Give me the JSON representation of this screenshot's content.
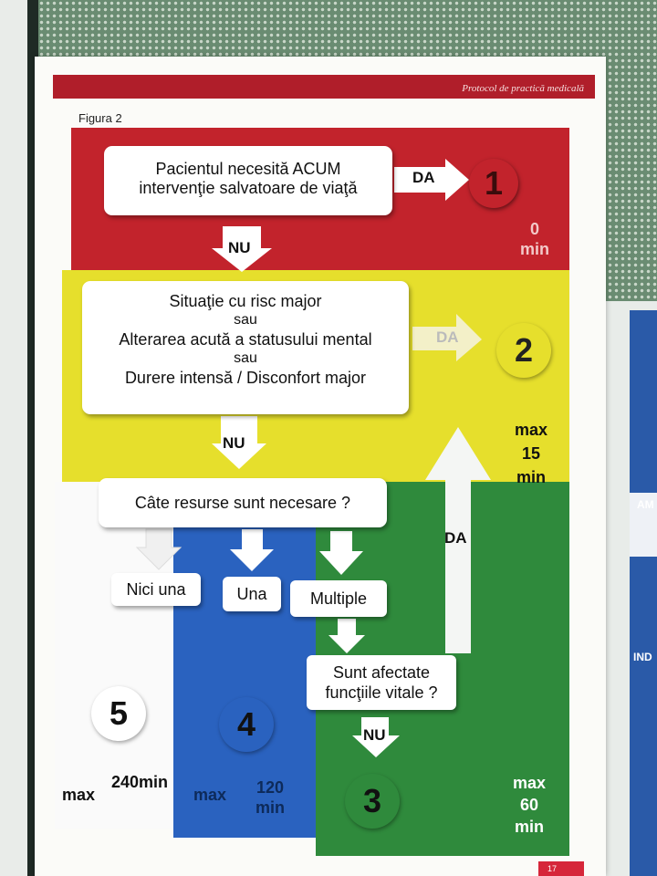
{
  "header": {
    "protocol_title": "Protocol de practică medicală",
    "figure_label": "Figura 2"
  },
  "step1": {
    "line1": "Pacientul necesită ACUM",
    "line2": "intervenţie salvatoare de viaţă",
    "yes_label": "DA",
    "no_label": "NU",
    "level": "1",
    "time_value": "0",
    "time_unit": "min"
  },
  "step2": {
    "line1": "Situaţie cu risc major",
    "line2": "sau",
    "line3": "Alterarea acută a statusului mental",
    "line4": "sau",
    "line5": "Durere intensă / Disconfort major",
    "yes_label": "DA",
    "no_label": "NU",
    "level": "2",
    "time_prefix": "max",
    "time_value": "15",
    "time_unit": "min"
  },
  "step3": {
    "question": "Câte resurse sunt necesare ?",
    "options": [
      "Nici una",
      "Una",
      "Multiple"
    ]
  },
  "step4": {
    "question_line1": "Sunt afectate",
    "question_line2": "funcţiile vitale ?",
    "yes_label": "DA",
    "no_label": "NU"
  },
  "levels": {
    "l5": {
      "level": "5",
      "prefix": "max",
      "time": "240min"
    },
    "l4": {
      "level": "4",
      "prefix": "max",
      "time_value": "120",
      "time_unit": "min"
    },
    "l3": {
      "level": "3",
      "prefix": "max",
      "time_value": "60",
      "time_unit": "min"
    }
  },
  "page_number": "17",
  "side_doc": {
    "text1": "AM",
    "text2": "IND"
  },
  "colors": {
    "red": "#c2232c",
    "yellow": "#e6df2c",
    "blue": "#2a62bf",
    "green": "#2f8a3c",
    "header": "#b01e2a"
  }
}
